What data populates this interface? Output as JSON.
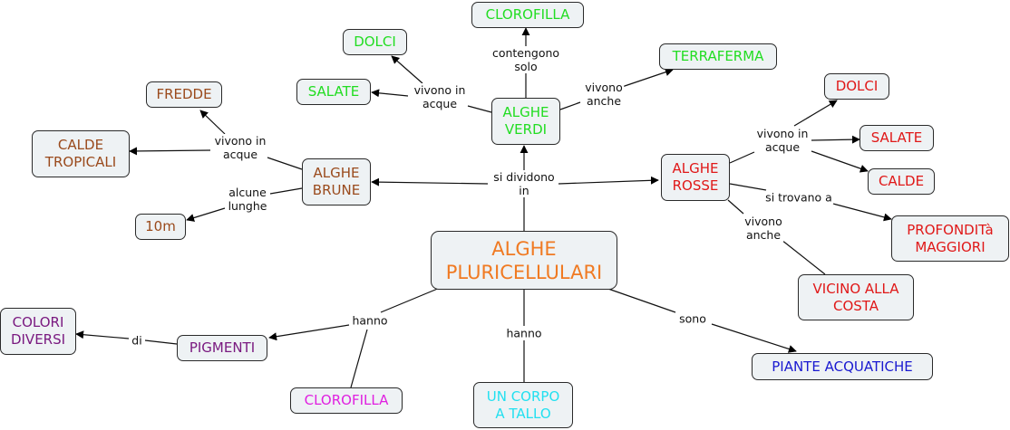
{
  "colors": {
    "root": "#f07a22",
    "green": "#22dd22",
    "brown": "#9a4a1c",
    "red": "#e01818",
    "purple": "#7a1a80",
    "magenta": "#e020e0",
    "cyan": "#22e0f0",
    "blue": "#1a1ad0"
  },
  "nodes": {
    "root": "ALGHE\nPLURICELLULARI",
    "verdi": "ALGHE\nVERDI",
    "verdi_clorofilla": "CLOROFILLA",
    "verdi_dolci": "DOLCI",
    "verdi_salate": "SALATE",
    "verdi_terraferma": "TERRAFERMA",
    "brune": "ALGHE\nBRUNE",
    "brune_fredde": "FREDDE",
    "brune_calde": "CALDE\nTROPICALI",
    "brune_10m": "10m",
    "rosse": "ALGHE\nROSSE",
    "rosse_dolci": "DOLCI",
    "rosse_salate": "SALATE",
    "rosse_calde": "CALDE",
    "rosse_profondita": "PROFONDITà\nMAGGIORI",
    "rosse_costa": "VICINO ALLA\nCOSTA",
    "pigmenti": "PIGMENTI",
    "colori": "COLORI\nDIVERSI",
    "clorofilla": "CLOROFILLA",
    "tallo": "UN CORPO\nA TALLO",
    "piante": "PIANTE ACQUATICHE"
  },
  "labels": {
    "si_dividono": "si dividono\nin",
    "contengono": "contengono\nsolo",
    "verdi_vivono_acque": "vivono in\nacque",
    "verdi_vivono_anche": "vivono\nanche",
    "brune_vivono_acque": "vivono in\nacque",
    "brune_alcune": "alcune\nlunghe",
    "rosse_vivono_acque": "vivono in\nacque",
    "rosse_si_trovano": "si trovano a",
    "rosse_vivono_anche": "vivono\nanche",
    "hanno_left": "hanno",
    "di": "di",
    "hanno_center": "hanno",
    "sono": "sono"
  }
}
